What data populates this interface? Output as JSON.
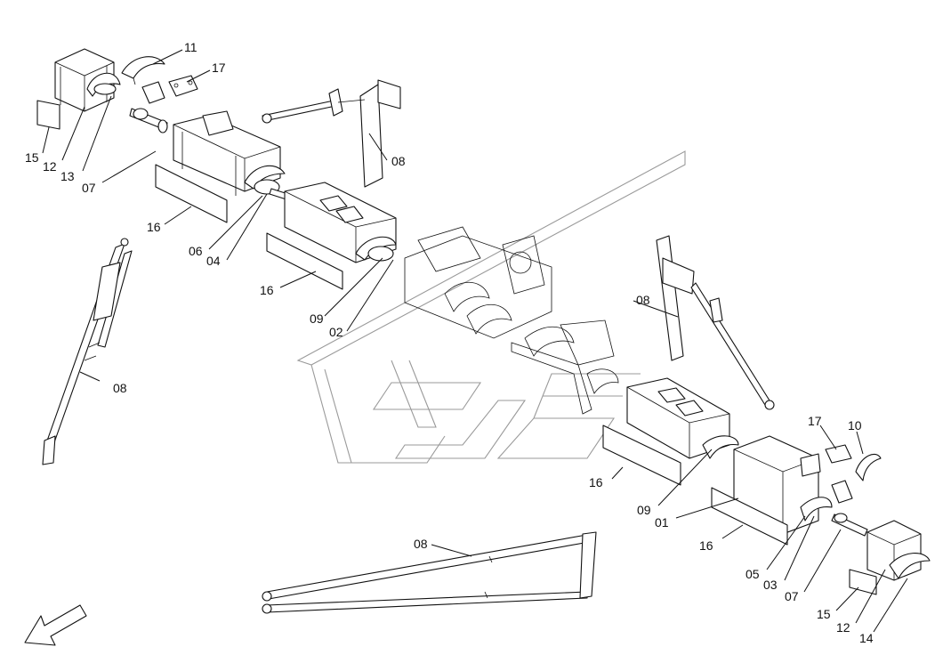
{
  "labels": {
    "l11": "11",
    "l17a": "17",
    "l15a": "15",
    "l12a": "12",
    "l13": "13",
    "l07a": "07",
    "l08a": "08",
    "l16a": "16",
    "l06": "06",
    "l04": "04",
    "l16b": "16",
    "l09a": "09",
    "l02": "02",
    "l08b": "08",
    "l08c": "08",
    "l17b": "17",
    "l10": "10",
    "l16c": "16",
    "l09b": "09",
    "l01": "01",
    "l16d": "16",
    "l05": "05",
    "l03": "03",
    "l07b": "07",
    "l15b": "15",
    "l12b": "12",
    "l14": "14",
    "l08d": "08"
  },
  "icons": {
    "direction_arrow": "arrow-down-left-icon"
  },
  "colors": {
    "line": "#111111",
    "watermark": "#9a9a9a",
    "background": "#ffffff"
  }
}
